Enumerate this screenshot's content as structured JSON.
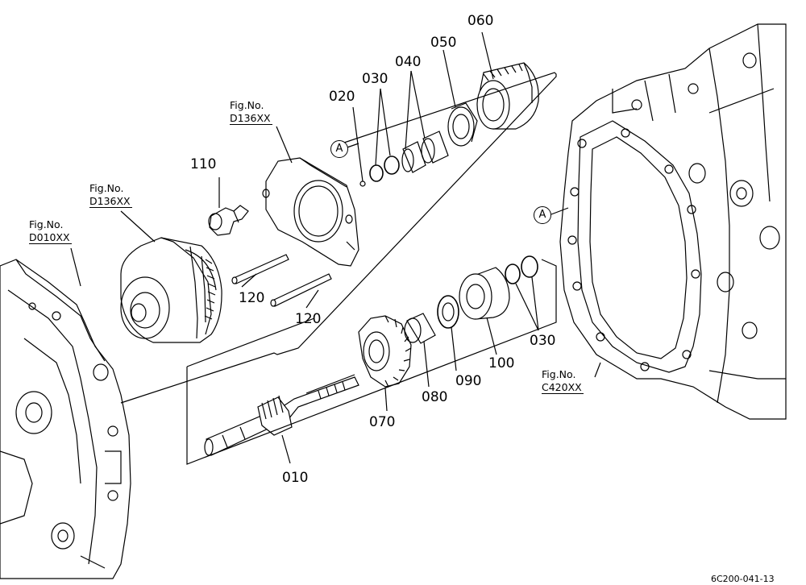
{
  "parts": [
    {
      "id": "010",
      "label": "010"
    },
    {
      "id": "020",
      "label": "020"
    },
    {
      "id": "030a",
      "label": "030"
    },
    {
      "id": "030b",
      "label": "030"
    },
    {
      "id": "040",
      "label": "040"
    },
    {
      "id": "050",
      "label": "050"
    },
    {
      "id": "060",
      "label": "060"
    },
    {
      "id": "070",
      "label": "070"
    },
    {
      "id": "080",
      "label": "080"
    },
    {
      "id": "090",
      "label": "090"
    },
    {
      "id": "100",
      "label": "100"
    },
    {
      "id": "110",
      "label": "110"
    },
    {
      "id": "120a",
      "label": "120"
    },
    {
      "id": "120b",
      "label": "120"
    }
  ],
  "figure_refs": [
    {
      "prefix": "Fig.No.",
      "code": "D136XX"
    },
    {
      "prefix": "Fig.No.",
      "code": "D136XX"
    },
    {
      "prefix": "Fig.No.",
      "code": "D010XX"
    },
    {
      "prefix": "Fig.No.",
      "code": "C420XX"
    }
  ],
  "markers": [
    {
      "letter": "A"
    },
    {
      "letter": "A"
    }
  ],
  "drawing_number": "6C200-041-13"
}
